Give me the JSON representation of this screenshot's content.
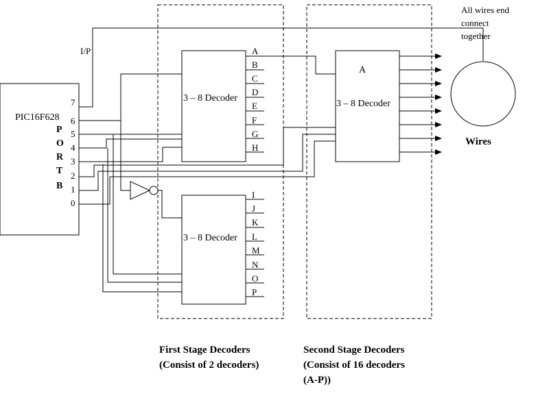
{
  "mcu": {
    "label": "PIC16F628",
    "port_letters": [
      "P",
      "O",
      "R",
      "T",
      "B"
    ],
    "pins": [
      "7",
      "6",
      "5",
      "4",
      "3",
      "2",
      "1",
      "0"
    ]
  },
  "io_label": "I/P",
  "decoder_label": "3 – 8 Decoder",
  "first_stage": {
    "top_outputs": [
      "A",
      "B",
      "C",
      "D",
      "E",
      "F",
      "G",
      "H"
    ],
    "bottom_outputs": [
      "I",
      "J",
      "K",
      "L",
      "M",
      "N",
      "O",
      "P"
    ]
  },
  "second_stage": {
    "decoder_name": "A"
  },
  "wires_target": {
    "note_lines": [
      "All wires end",
      "connect",
      "together"
    ],
    "label": "Wires"
  },
  "captions": {
    "first_stage": [
      "First Stage Decoders",
      "(Consist of 2 decoders)"
    ],
    "second_stage": [
      "Second Stage Decoders",
      "(Consist of 16 decoders",
      "(A-P))"
    ]
  }
}
